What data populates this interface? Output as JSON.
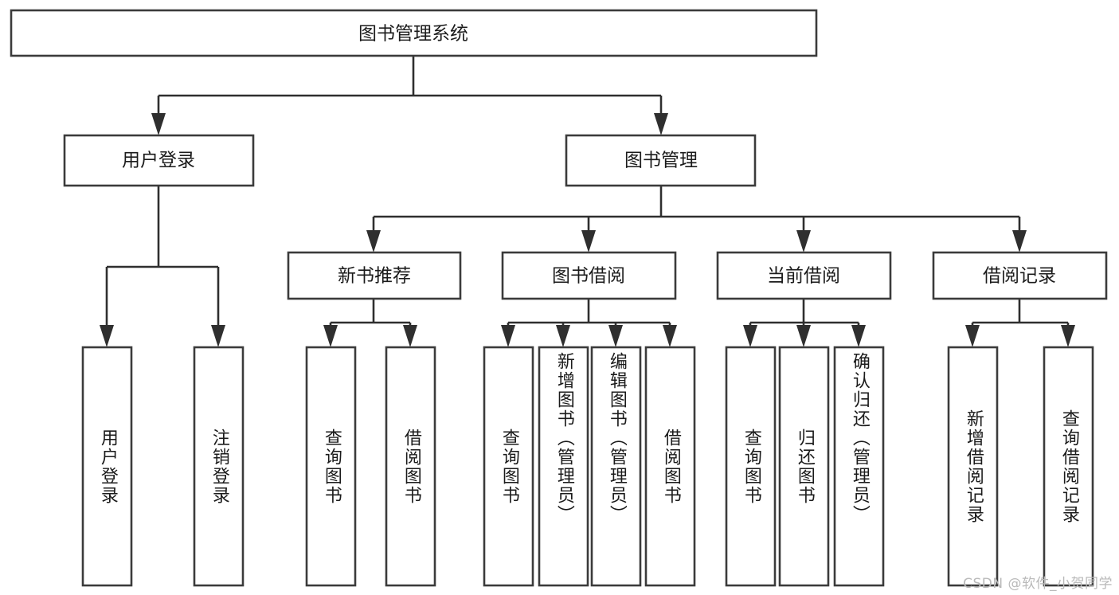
{
  "diagram": {
    "type": "tree-hierarchy",
    "title": "图书管理系统",
    "watermark": "CSDN @软件_小贺同学",
    "colors": {
      "background": "#ffffff",
      "box_border": "#3b3b3b",
      "box_fill": "#ffffff",
      "edge": "#2f2f2f",
      "text": "#1b1b1b",
      "watermark": "#b9b9b9"
    },
    "levels": {
      "root": {
        "label": "图书管理系统"
      },
      "level1": [
        {
          "id": "user-login",
          "label": "用户登录"
        },
        {
          "id": "book-manage",
          "label": "图书管理"
        }
      ],
      "level2": [
        {
          "id": "new-book-recommend",
          "label": "新书推荐",
          "parent": "book-manage"
        },
        {
          "id": "book-borrow",
          "label": "图书借阅",
          "parent": "book-manage"
        },
        {
          "id": "current-borrow",
          "label": "当前借阅",
          "parent": "book-manage"
        },
        {
          "id": "borrow-record",
          "label": "借阅记录",
          "parent": "book-manage"
        }
      ],
      "leaves": [
        {
          "id": "leaf-user-login",
          "label": "用户登录",
          "parent": "user-login"
        },
        {
          "id": "leaf-logout",
          "label": "注销登录",
          "parent": "user-login"
        },
        {
          "id": "leaf-query-book-1",
          "label": "查询图书",
          "parent": "new-book-recommend"
        },
        {
          "id": "leaf-borrow-book-1",
          "label": "借阅图书",
          "parent": "new-book-recommend"
        },
        {
          "id": "leaf-query-book-2",
          "label": "查询图书",
          "parent": "book-borrow"
        },
        {
          "id": "leaf-add-book",
          "label": "新增图书（管理员）",
          "parent": "book-borrow"
        },
        {
          "id": "leaf-edit-book",
          "label": "编辑图书（管理员）",
          "parent": "book-borrow"
        },
        {
          "id": "leaf-borrow-book-2",
          "label": "借阅图书",
          "parent": "book-borrow"
        },
        {
          "id": "leaf-query-book-3",
          "label": "查询图书",
          "parent": "current-borrow"
        },
        {
          "id": "leaf-return-book",
          "label": "归还图书",
          "parent": "current-borrow"
        },
        {
          "id": "leaf-confirm-return",
          "label": "确认归还（管理员）",
          "parent": "current-borrow"
        },
        {
          "id": "leaf-add-record",
          "label": "新增借阅记录",
          "parent": "borrow-record"
        },
        {
          "id": "leaf-query-record",
          "label": "查询借阅记录",
          "parent": "borrow-record"
        }
      ]
    }
  }
}
